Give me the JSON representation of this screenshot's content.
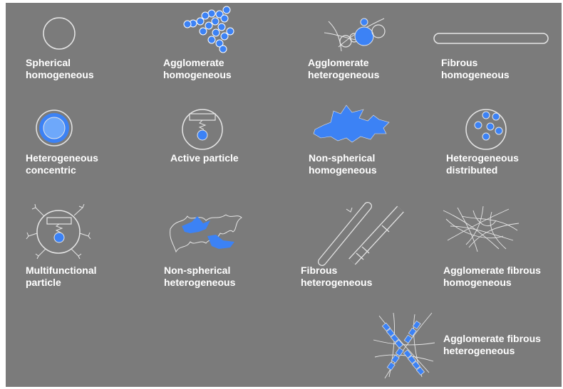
{
  "colors": {
    "background": "#7b7b7b",
    "outline": "#e6e6e6",
    "accent": "#3c82f5",
    "text": "#ffffff"
  },
  "items": [
    {
      "id": "spherical-homogeneous",
      "icon": "plain-circle-icon",
      "line1": "Spherical",
      "line2": "homogeneous"
    },
    {
      "id": "agglomerate-homogeneous",
      "icon": "bead-cluster-icon",
      "line1": "Agglomerate",
      "line2": "homogeneous"
    },
    {
      "id": "agglomerate-heterogeneous",
      "icon": "mixed-cluster-icon",
      "line1": "Agglomerate",
      "line2": "heterogeneous"
    },
    {
      "id": "fibrous-homogeneous",
      "icon": "rod-icon",
      "line1": "Fibrous",
      "line2": "homogeneous"
    },
    {
      "id": "heterogeneous-concentric",
      "icon": "core-shell-icon",
      "line1": "Heterogeneous",
      "line2": "concentric"
    },
    {
      "id": "active-particle",
      "icon": "active-particle-icon",
      "line1": "Active particle",
      "line2": ""
    },
    {
      "id": "non-spherical-homogeneous",
      "icon": "irregular-blob-icon",
      "line1": "Non-spherical",
      "line2": "homogeneous"
    },
    {
      "id": "heterogeneous-distributed",
      "icon": "dotted-sphere-icon",
      "line1": "Heterogeneous",
      "line2": "distributed"
    },
    {
      "id": "multifunctional-particle",
      "icon": "multifunctional-particle-icon",
      "line1": "Multifunctional",
      "line2": "particle"
    },
    {
      "id": "non-spherical-heterogeneous",
      "icon": "irregular-mixed-blob-icon",
      "line1": "Non-spherical",
      "line2": "heterogeneous"
    },
    {
      "id": "fibrous-heterogeneous",
      "icon": "segmented-rods-icon",
      "line1": "Fibrous",
      "line2": "heterogeneous"
    },
    {
      "id": "agglomerate-fibrous-homogeneous",
      "icon": "fiber-tangle-icon",
      "line1": "Agglomerate fibrous",
      "line2": "homogeneous"
    },
    {
      "id": "agglomerate-fibrous-heterogeneous",
      "icon": "mixed-fiber-tangle-icon",
      "line1": "Agglomerate fibrous",
      "line2": "heterogeneous"
    }
  ]
}
